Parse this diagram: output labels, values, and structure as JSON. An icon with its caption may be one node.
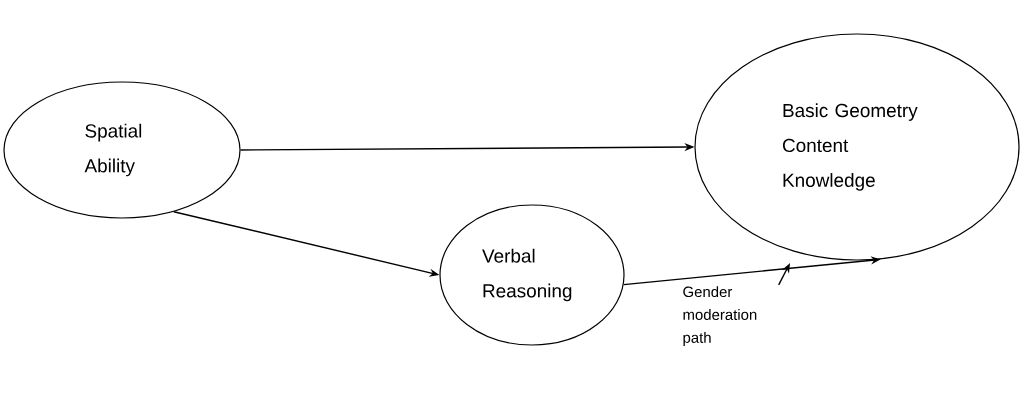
{
  "diagram": {
    "nodes": [
      {
        "text": [
          "Spatial Ability"
        ]
      },
      {
        "text": [
          "Basic Geometry Content Knowledge"
        ]
      },
      {
        "text": [
          "Verbal Reasoning"
        ]
      },
      {
        "text": [
          "Gender moderation path"
        ]
      }
    ],
    "edges": [
      {
        "from": 0,
        "to": 1,
        "arrow": "to"
      },
      {
        "from": 0,
        "to": 2,
        "arrow": "to"
      },
      {
        "from": 2,
        "to": 1,
        "arrow": "to"
      },
      {
        "from": 3,
        "to": null,
        "arrow": "to"
      }
    ]
  }
}
